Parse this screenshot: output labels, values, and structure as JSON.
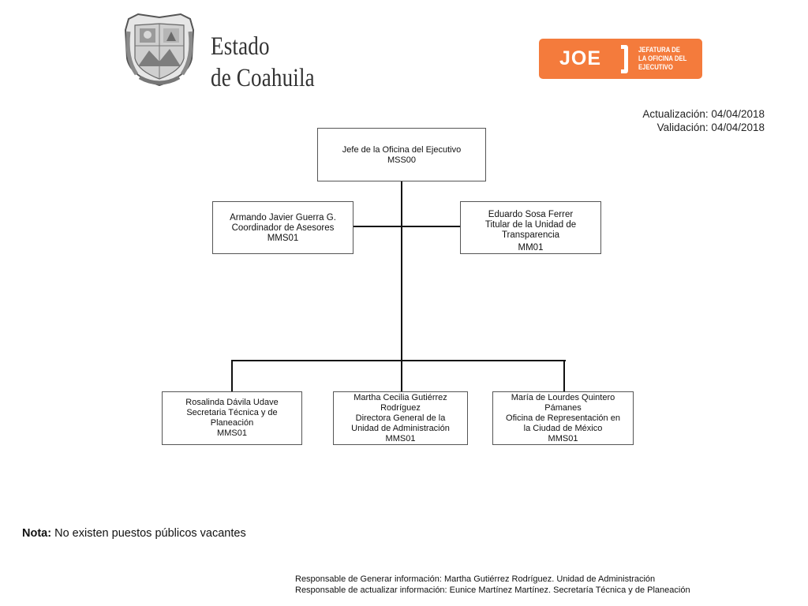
{
  "header": {
    "state_name_line1": "Estado",
    "state_name_line2": "de Coahuila",
    "joe_logo": {
      "word": "JOE",
      "subtitle_lines": [
        "JEFATURA DE",
        "LA OFICINA DEL",
        "EJECUTIVO"
      ],
      "color": "#f47b3c"
    },
    "seal_icon": "coahuila-coat-of-arms-icon"
  },
  "dates": {
    "updated": "Actualización: 04/04/2018",
    "validated": "Validación: 04/04/2018"
  },
  "org_chart": {
    "root": {
      "lines": [
        "Jefe de la Oficina del Ejecutivo",
        "MSS00"
      ]
    },
    "advisors": [
      {
        "lines": [
          "Armando Javier Guerra G.",
          "Coordinador de Asesores",
          "MMS01"
        ]
      },
      {
        "lines": [
          "Eduardo Sosa Ferrer",
          "Titular de la Unidad de",
          "Transparencia",
          "MM01"
        ]
      }
    ],
    "subordinates": [
      {
        "lines": [
          "Rosalinda Dávila Udave",
          "Secretaria Técnica y de",
          "Planeación",
          "MMS01"
        ]
      },
      {
        "lines": [
          "Martha Cecilia Gutiérrez",
          "Rodríguez",
          "Directora General de la",
          "Unidad de Administración",
          "MMS01"
        ]
      },
      {
        "lines": [
          "María de Lourdes Quintero",
          "Pámanes",
          "Oficina de Representación en",
          "la Ciudad de México",
          "MMS01"
        ]
      }
    ]
  },
  "note": {
    "label": "Nota:",
    "text": " No existen puestos públicos vacantes"
  },
  "footer": {
    "line1": "Responsable de Generar información: Martha Gutiérrez Rodríguez. Unidad de Administración",
    "line2": "Responsable de actualizar información: Eunice Martínez Martínez. Secretaría Técnica y de Planeación"
  }
}
